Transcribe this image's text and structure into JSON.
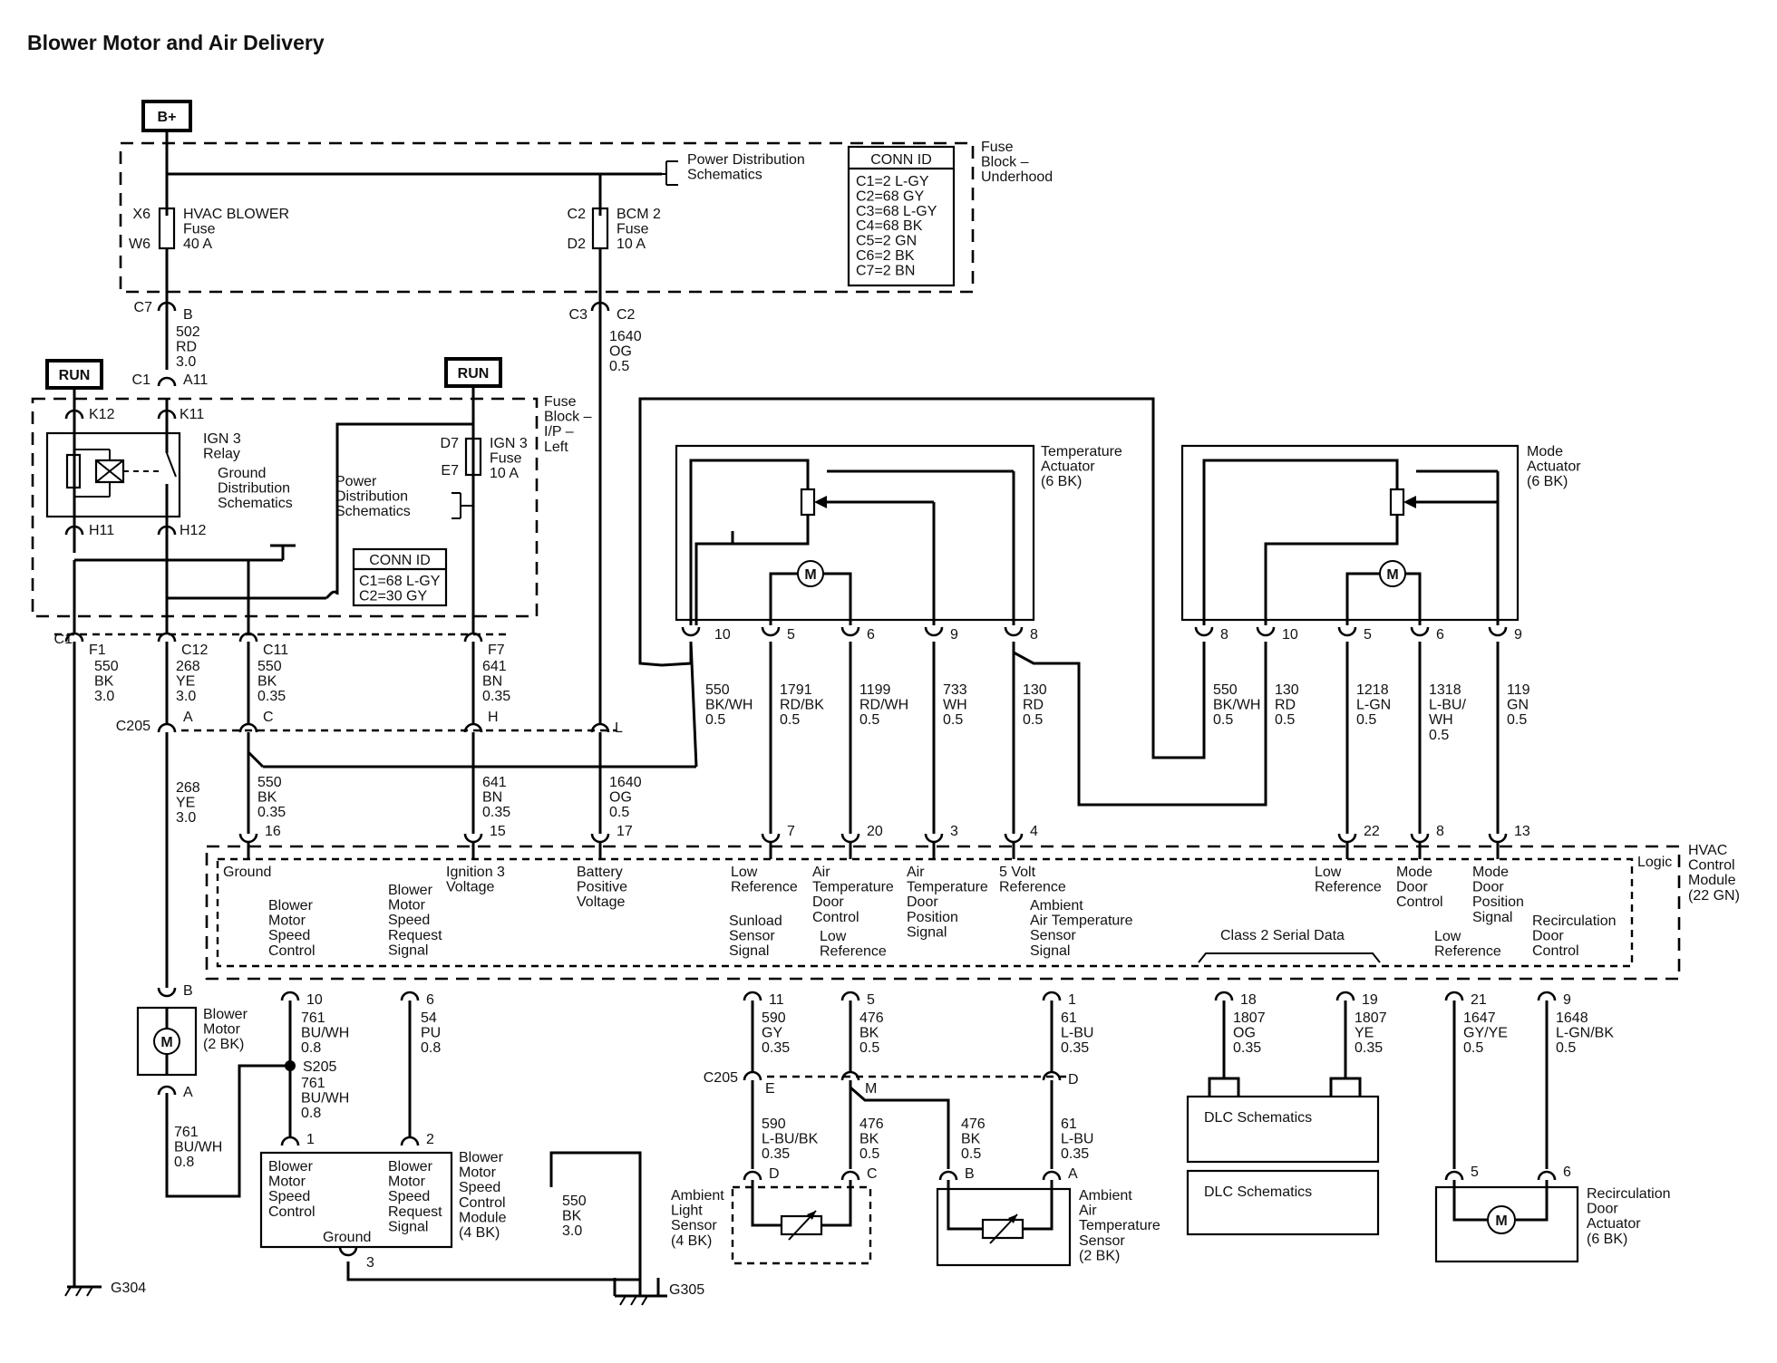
{
  "title": "Blower Motor and Air Delivery",
  "power": {
    "b_plus": "B+",
    "run_1": "RUN",
    "run_2": "RUN"
  },
  "fuse_block_underhood": {
    "label": [
      "Fuse",
      "Block –",
      "Underhood"
    ],
    "power_dist": [
      "Power Distribution",
      "Schematics"
    ],
    "hvac_blower_fuse": {
      "top_pin": "X6",
      "bottom_pin": "W6",
      "lines": [
        "HVAC BLOWER",
        "Fuse",
        "40 A"
      ]
    },
    "bcm2_fuse": {
      "top_pin": "C2",
      "bottom_pin": "D2",
      "lines": [
        "BCM 2",
        "Fuse",
        "10 A"
      ]
    },
    "conn_id": {
      "header": "CONN ID",
      "items": [
        "C1=2 L-GY",
        "C2=68 GY",
        "C3=68 L-GY",
        "C4=68 BK",
        "C5=2 GN",
        "C6=2 BK",
        "C7=2 BN"
      ]
    }
  },
  "fuse_block_ip": {
    "label": [
      "Fuse",
      "Block –",
      "I/P –",
      "Left"
    ],
    "relay": [
      "IGN 3",
      "Relay"
    ],
    "ground_dist": [
      "Ground",
      "Distribution",
      "Schematics"
    ],
    "power_dist": [
      "Power",
      "Distribution",
      "Schematics"
    ],
    "ign3_fuse": {
      "top_pin": "D7",
      "bottom_pin": "E7",
      "lines": [
        "IGN 3",
        "Fuse",
        "10 A"
      ]
    },
    "conn_id": {
      "header": "CONN ID",
      "items": [
        "C1=68 L-GY",
        "C2=30 GY"
      ]
    },
    "pins": {
      "k12": "K12",
      "k11": "K11",
      "h11": "H11",
      "h12": "H12"
    }
  },
  "connectors": {
    "c7": "C7",
    "b": "B",
    "c1_a11_left": "C1",
    "a11": "A11",
    "c3": "C3",
    "c2": "C2",
    "c1_bottom": "C1",
    "f1": "F1",
    "c12": "C12",
    "c11": "C11",
    "f7": "F7",
    "c205": "C205",
    "a": "A",
    "c": "C",
    "h": "H",
    "l": "L"
  },
  "wires": {
    "w502": [
      "502",
      "RD",
      "3.0"
    ],
    "w1640_top": [
      "1640",
      "OG",
      "0.5"
    ],
    "w550_f1": [
      "550",
      "BK",
      "3.0"
    ],
    "w268_c12": [
      "268",
      "YE",
      "3.0"
    ],
    "w550_c11": [
      "550",
      "BK",
      "0.35"
    ],
    "w641_f7": [
      "641",
      "BN",
      "0.35"
    ],
    "w268_low": [
      "268",
      "YE",
      "3.0"
    ],
    "w550_low": [
      "550",
      "BK",
      "0.35"
    ],
    "w641_low": [
      "641",
      "BN",
      "0.35"
    ],
    "w1640_low": [
      "1640",
      "OG",
      "0.5"
    ],
    "t550": [
      "550",
      "BK/WH",
      "0.5"
    ],
    "t1791": [
      "1791",
      "RD/BK",
      "0.5"
    ],
    "t1199": [
      "1199",
      "RD/WH",
      "0.5"
    ],
    "t733": [
      "733",
      "WH",
      "0.5"
    ],
    "t130": [
      "130",
      "RD",
      "0.5"
    ],
    "m550": [
      "550",
      "BK/WH",
      "0.5"
    ],
    "m130": [
      "130",
      "RD",
      "0.5"
    ],
    "m1218": [
      "1218",
      "L-GN",
      "0.5"
    ],
    "m1318": [
      "1318",
      "L-BU/",
      "WH",
      "0.5"
    ],
    "m119": [
      "119",
      "GN",
      "0.5"
    ],
    "b761_a": [
      "761",
      "BU/WH",
      "0.8"
    ],
    "b761_b": [
      "761",
      "BU/WH",
      "0.8"
    ],
    "b761_c": [
      "761",
      "BU/WH",
      "0.8"
    ],
    "b54": [
      "54",
      "PU",
      "0.8"
    ],
    "b550": [
      "550",
      "BK",
      "3.0"
    ],
    "s590_a": [
      "590",
      "GY",
      "0.35"
    ],
    "s476_a": [
      "476",
      "BK",
      "0.5"
    ],
    "s61_a": [
      "61",
      "L-BU",
      "0.35"
    ],
    "s590_b": [
      "590",
      "L-BU/BK",
      "0.35"
    ],
    "s476_b": [
      "476",
      "BK",
      "0.5"
    ],
    "s476_c": [
      "476",
      "BK",
      "0.5"
    ],
    "s61_b": [
      "61",
      "L-BU",
      "0.35"
    ],
    "d1807_og": [
      "1807",
      "OG",
      "0.35"
    ],
    "d1807_ye": [
      "1807",
      "YE",
      "0.35"
    ],
    "r1647": [
      "1647",
      "GY/YE",
      "0.5"
    ],
    "r1648": [
      "1648",
      "L-GN/BK",
      "0.5"
    ]
  },
  "temp_actuator": {
    "label": [
      "Temperature",
      "Actuator",
      "(6 BK)"
    ],
    "pins": [
      "10",
      "5",
      "6",
      "9",
      "8"
    ]
  },
  "mode_actuator": {
    "label": [
      "Mode",
      "Actuator",
      "(6 BK)"
    ],
    "pins": [
      "8",
      "10",
      "5",
      "6",
      "9"
    ]
  },
  "hvac_module": {
    "label": [
      "HVAC",
      "Control",
      "Module",
      "(22 GN)"
    ],
    "logic": "Logic",
    "top_pins": [
      "16",
      "15",
      "17",
      "7",
      "20",
      "3",
      "4",
      "22",
      "8",
      "13"
    ],
    "bottom_pins": [
      "10",
      "6",
      "11",
      "5",
      "1",
      "18",
      "19",
      "21",
      "9"
    ],
    "ground": "Ground",
    "ign3_voltage": [
      "Ignition 3",
      "Voltage"
    ],
    "battery_voltage": [
      "Battery",
      "Positive",
      "Voltage"
    ],
    "low_ref_1": [
      "Low",
      "Reference"
    ],
    "air_temp_door_control": [
      "Air",
      "Temperature",
      "Door",
      "Control"
    ],
    "air_temp_door_pos": [
      "Air",
      "Temperature",
      "Door",
      "Position",
      "Signal"
    ],
    "five_volt_ref": [
      "5 Volt",
      "Reference"
    ],
    "low_ref_2": [
      "Low",
      "Reference"
    ],
    "mode_door_control": [
      "Mode",
      "Door",
      "Control"
    ],
    "mode_door_pos": [
      "Mode",
      "Door",
      "Position",
      "Signal"
    ],
    "blower_speed_control": [
      "Blower",
      "Motor",
      "Speed",
      "Control"
    ],
    "blower_speed_request": [
      "Blower",
      "Motor",
      "Speed",
      "Request",
      "Signal"
    ],
    "sunload_signal": [
      "Sunload",
      "Sensor",
      "Signal"
    ],
    "low_ref_3": [
      "Low",
      "Reference"
    ],
    "ambient_air_temp_signal": [
      "Ambient",
      "Air Temperature",
      "Sensor",
      "Signal"
    ],
    "class2": "Class 2 Serial Data",
    "low_ref_4": [
      "Low",
      "Reference"
    ],
    "recirc_control": [
      "Recirculation",
      "Door",
      "Control"
    ]
  },
  "blower_motor": {
    "label": [
      "Blower",
      "Motor",
      "(2 BK)"
    ],
    "pin_top": "B",
    "pin_bottom": "A",
    "symbol": "M"
  },
  "splice": "S205",
  "blower_module": {
    "label": [
      "Blower",
      "Motor",
      "Speed",
      "Control",
      "Module",
      "(4 BK)"
    ],
    "pin1": "1",
    "pin2": "2",
    "pin3": "3",
    "left": [
      "Blower",
      "Motor",
      "Speed",
      "Control"
    ],
    "right": [
      "Blower",
      "Motor",
      "Speed",
      "Request",
      "Signal"
    ],
    "ground": "Ground"
  },
  "grounds": {
    "g304": "G304",
    "g305": "G305"
  },
  "lower_c205": {
    "label": "C205",
    "e": "E",
    "m": "M",
    "d": "D"
  },
  "ambient_light": {
    "label": [
      "Ambient",
      "Light",
      "Sensor",
      "(4 BK)"
    ],
    "pin_d": "D",
    "pin_c": "C"
  },
  "ambient_air": {
    "label": [
      "Ambient",
      "Air",
      "Temperature",
      "Sensor",
      "(2 BK)"
    ],
    "pin_b": "B",
    "pin_a": "A"
  },
  "dlc": {
    "top": "DLC Schematics",
    "bottom": "DLC Schematics"
  },
  "recirc_actuator": {
    "label": [
      "Recirculation",
      "Door",
      "Actuator",
      "(6 BK)"
    ],
    "pin5": "5",
    "pin6": "6",
    "symbol": "M"
  }
}
